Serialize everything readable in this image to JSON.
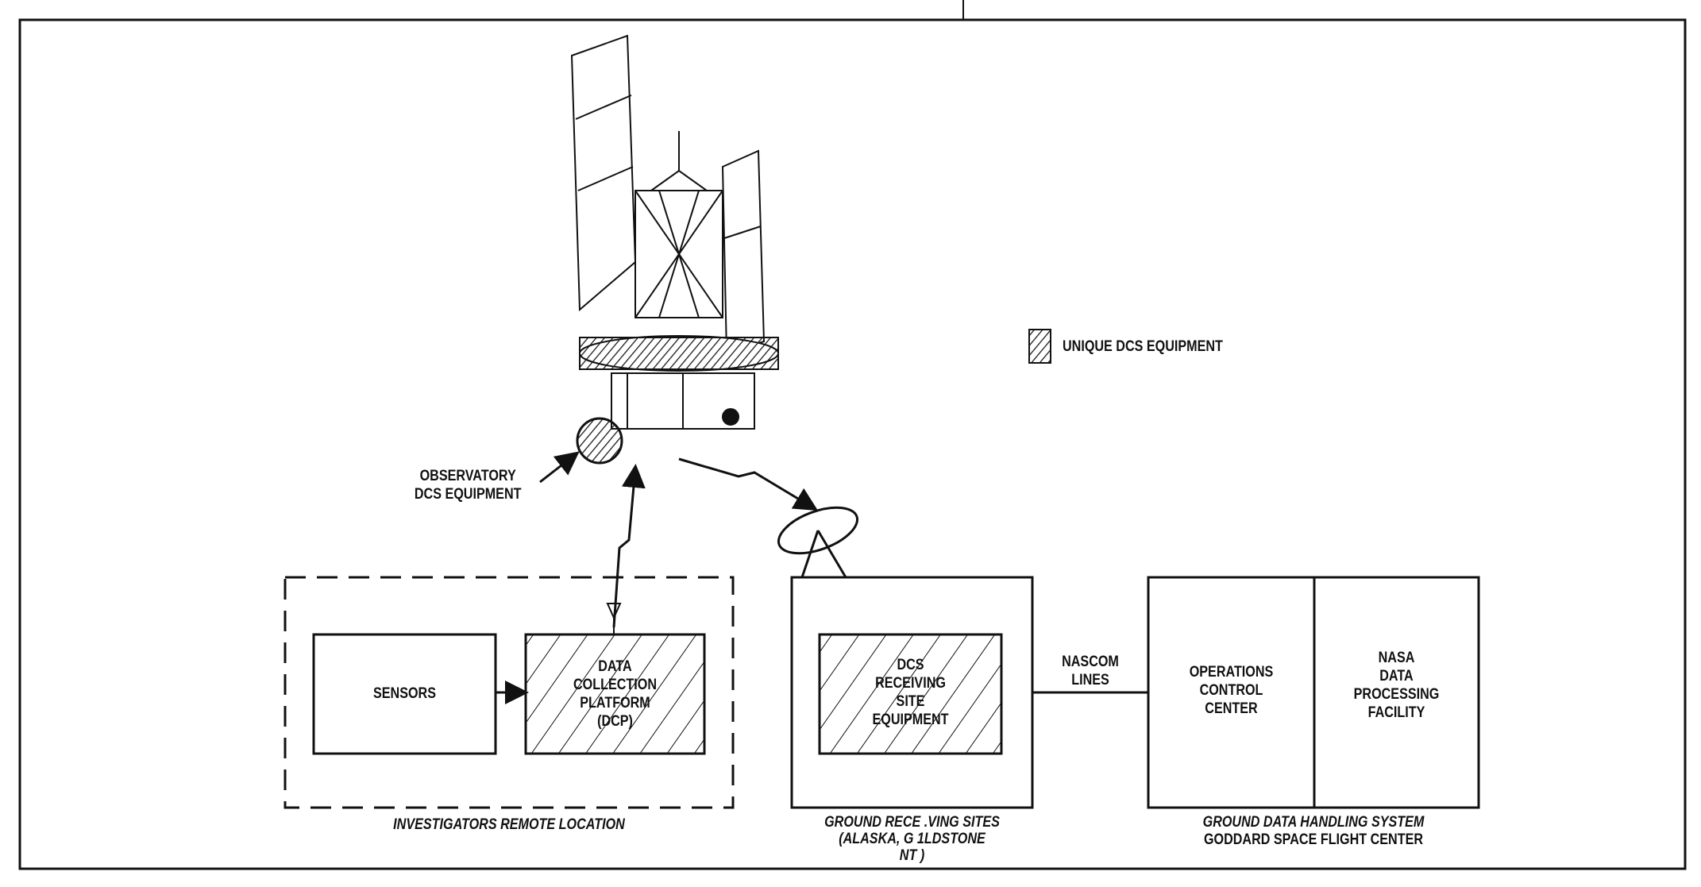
{
  "legend": {
    "label": "UNIQUE DCS EQUIPMENT"
  },
  "satellite": {
    "callout": [
      "OBSERVATORY",
      "DCS EQUIPMENT"
    ]
  },
  "investigators": {
    "caption": "INVESTIGATORS REMOTE LOCATION",
    "sensors": "SENSORS",
    "dcp": [
      "DATA",
      "COLLECTION",
      "PLATFORM",
      "(DCP)"
    ]
  },
  "ground_receiving": {
    "caption": [
      "GROUND RECE .VING SITES",
      "(ALASKA, G 1LDSTONE",
      "NT  )"
    ],
    "equipment": [
      "DCS",
      "RECEIVING",
      "SITE",
      "EQUIPMENT"
    ]
  },
  "link": [
    "NASCOM",
    "LINES"
  ],
  "ground_data": {
    "caption": [
      "GROUND DATA HANDLING SYSTEM",
      "GODDARD SPACE FLIGHT CENTER"
    ],
    "occ": [
      "OPERATIONS",
      "CONTROL",
      "CENTER"
    ],
    "ndpf": [
      "NASA",
      "DATA",
      "PROCESSING",
      "FACILITY"
    ]
  },
  "colors": {
    "ink": "#111111",
    "paper": "#ffffff"
  }
}
